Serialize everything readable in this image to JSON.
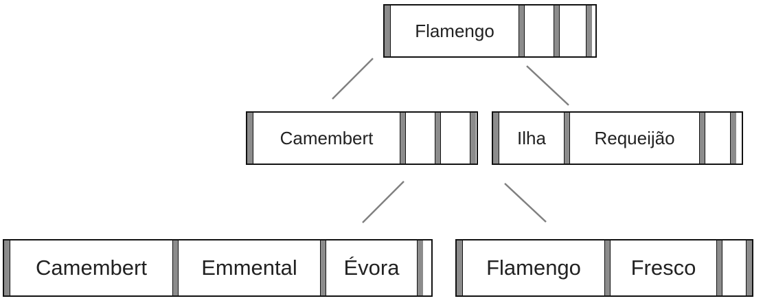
{
  "tree": {
    "root": {
      "keys": [
        "Flamengo",
        "",
        ""
      ]
    },
    "level1": [
      {
        "keys": [
          "Camembert",
          "",
          ""
        ]
      },
      {
        "keys": [
          "Ilha",
          "Requeijão",
          ""
        ]
      }
    ],
    "leaves": [
      {
        "keys": [
          "Camembert",
          "Emmental",
          "Évora"
        ]
      },
      {
        "keys": [
          "Flamengo",
          "Fresco",
          ""
        ]
      }
    ]
  },
  "colors": {
    "separator": "#8c8c8c",
    "border": "#111111",
    "link": "#808080",
    "text": "#222222"
  }
}
